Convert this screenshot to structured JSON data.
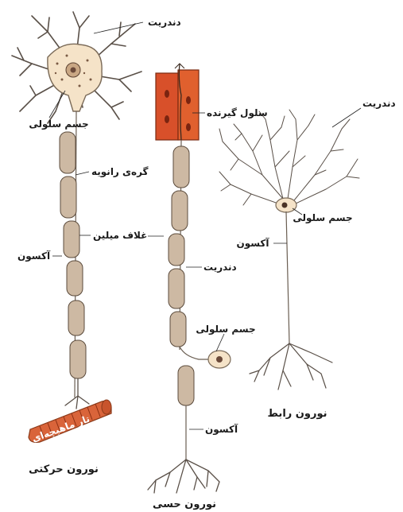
{
  "labels": {
    "motor_dendrite": "دندریت",
    "motor_cell_body": "جسم سلولی",
    "ranvier_node": "گره‌ی رانویه",
    "myelin_sheath": "غلاف میلین",
    "motor_axon": "آکسون",
    "muscle_fiber": "تار ماهیچه‌ای",
    "receptor_cell": "سلول گیرنده",
    "sensory_dendrite": "دندریت",
    "sensory_cell_body": "جسم سلولی",
    "sensory_axon": "آکسون",
    "inter_dendrite": "دندریت",
    "inter_cell_body": "جسم سلولی",
    "inter_axon": "آکسون"
  },
  "captions": {
    "motor_neuron": "نورون حرکتی",
    "sensory_neuron": "نورون حسی",
    "interneuron": "نورون رابط"
  },
  "colors": {
    "soma_fill": "#f5e3c8",
    "myelin_fill": "#cdb9a3",
    "receptor_fill": "#d8502a",
    "muscle_fill": "#d9643a",
    "nucleus_fill": "#6b4a3a"
  }
}
